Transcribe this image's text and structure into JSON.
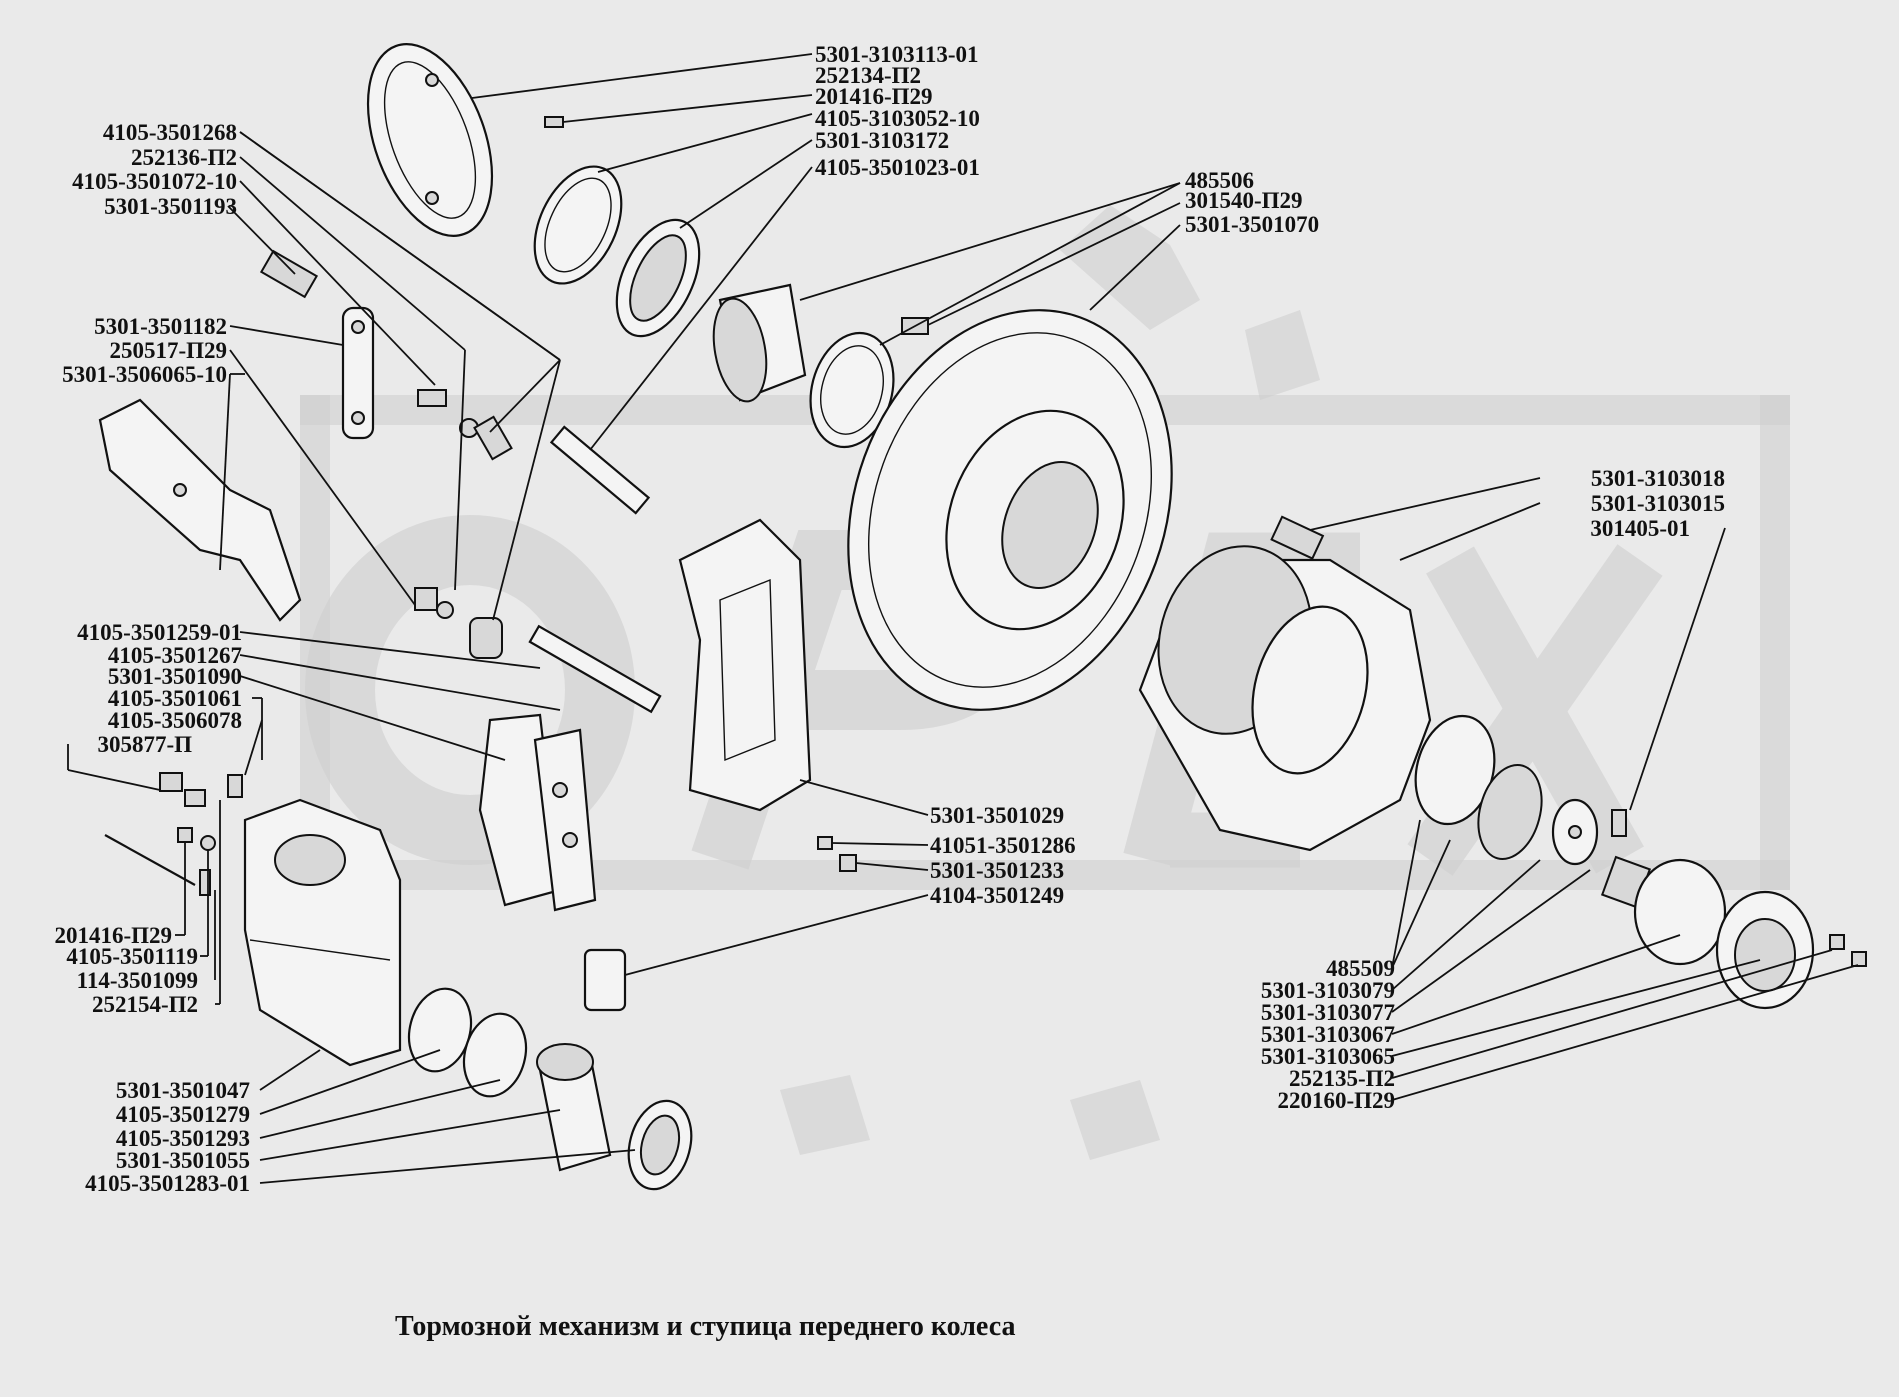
{
  "caption": "Тормозной механизм и ступица переднего колеса",
  "watermark_text": "OPEX",
  "labels": [
    "5301-3103113-01",
    "252134-П2",
    "201416-П29",
    "4105-3103052-10",
    "5301-3103172",
    "4105-3501023-01",
    "485506",
    "301540-П29",
    "5301-3501070",
    "4105-3501268",
    "252136-П2",
    "4105-3501072-10",
    "5301-3501193",
    "5301-3501182",
    "250517-П29",
    "5301-3506065-10",
    "5301-3103018",
    "5301-3103015",
    "301405-01",
    "4105-3501259-01",
    "4105-3501267",
    "5301-3501090",
    "4105-3501061",
    "4105-3506078",
    "305877-П",
    "5301-3501029",
    "41051-3501286",
    "5301-3501233",
    "4104-3501249",
    "201416-П29",
    "4105-3501119",
    "114-3501099",
    "252154-П2",
    "485509",
    "5301-3103079",
    "5301-3103077",
    "5301-3103067",
    "5301-3103065",
    "252135-П2",
    "220160-П29",
    "5301-3501047",
    "4105-3501279",
    "4105-3501293",
    "5301-3501055",
    "4105-3501283-01"
  ]
}
